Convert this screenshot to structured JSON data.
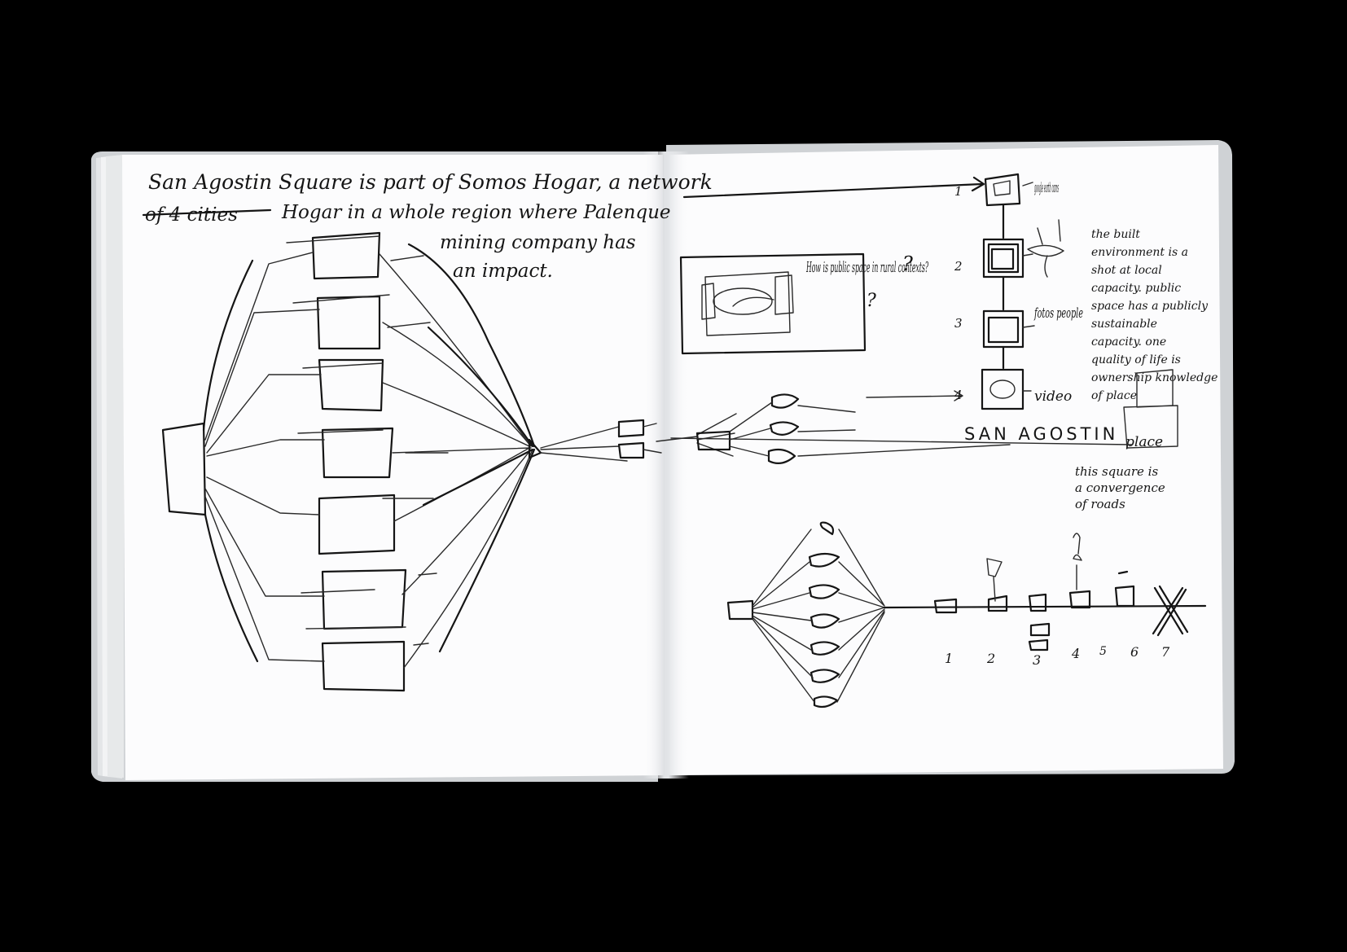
{
  "left_page": {
    "note_line_1": "San Agostin Square is part of Somos Hogar, a network",
    "note_line_2_struck": "of 4 cities",
    "note_line_2": "Hogar in a whole region where Palenque",
    "note_line_3": "mining company has",
    "note_line_4": "an impact."
  },
  "right_page": {
    "question": "How is public space in rural contexts?",
    "question_marks": [
      "?",
      "?"
    ],
    "sources": [
      {
        "number": "1",
        "label": "google earth cams"
      },
      {
        "number": "2",
        "label": ""
      },
      {
        "number": "3",
        "label": "fotos people"
      },
      {
        "number": "4",
        "label": "video"
      }
    ],
    "margin_note": "the built environment is a shot at local capacity. public space has a publicly sustainable capacity. one quality of life is ownership knowledge of place",
    "title": "SAN AGOSTIN",
    "title_suffix": "place",
    "square_note": "this square is a convergence of roads",
    "timeline_numbers": [
      "1",
      "2",
      "3",
      "4",
      "5",
      "6",
      "7"
    ]
  },
  "colors": {
    "background": "#000000",
    "paper": "#fcfcfd",
    "ink": "#151515",
    "cover": "#d9dcdf"
  }
}
